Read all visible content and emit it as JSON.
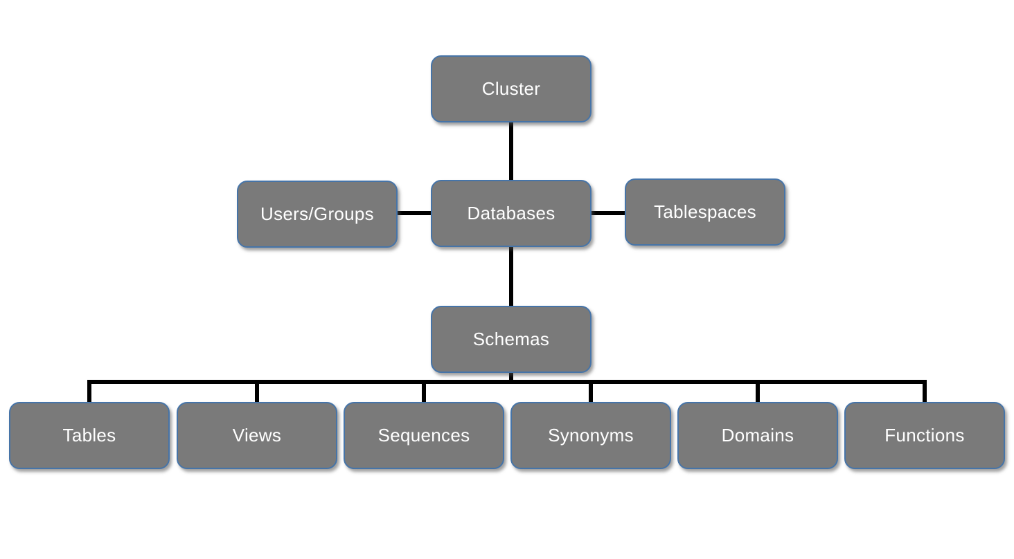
{
  "diagram": {
    "type": "hierarchy",
    "colors": {
      "background": "#ffffff",
      "node_fill": "#7a7a7a",
      "node_border": "#4674a8",
      "node_text": "#ffffff",
      "connector": "#000000"
    },
    "nodes": {
      "cluster": {
        "label": "Cluster"
      },
      "users_groups": {
        "label": "Users/Groups"
      },
      "databases": {
        "label": "Databases"
      },
      "tablespaces": {
        "label": "Tablespaces"
      },
      "schemas": {
        "label": "Schemas"
      },
      "tables": {
        "label": "Tables"
      },
      "views": {
        "label": "Views"
      },
      "sequences": {
        "label": "Sequences"
      },
      "synonyms": {
        "label": "Synonyms"
      },
      "domains": {
        "label": "Domains"
      },
      "functions": {
        "label": "Functions"
      }
    },
    "edges": [
      {
        "from": "Cluster",
        "to": "Databases"
      },
      {
        "from": "Users/Groups",
        "to": "Databases"
      },
      {
        "from": "Databases",
        "to": "Tablespaces"
      },
      {
        "from": "Databases",
        "to": "Schemas"
      },
      {
        "from": "Schemas",
        "to": "Tables"
      },
      {
        "from": "Schemas",
        "to": "Views"
      },
      {
        "from": "Schemas",
        "to": "Sequences"
      },
      {
        "from": "Schemas",
        "to": "Synonyms"
      },
      {
        "from": "Schemas",
        "to": "Domains"
      },
      {
        "from": "Schemas",
        "to": "Functions"
      }
    ]
  }
}
